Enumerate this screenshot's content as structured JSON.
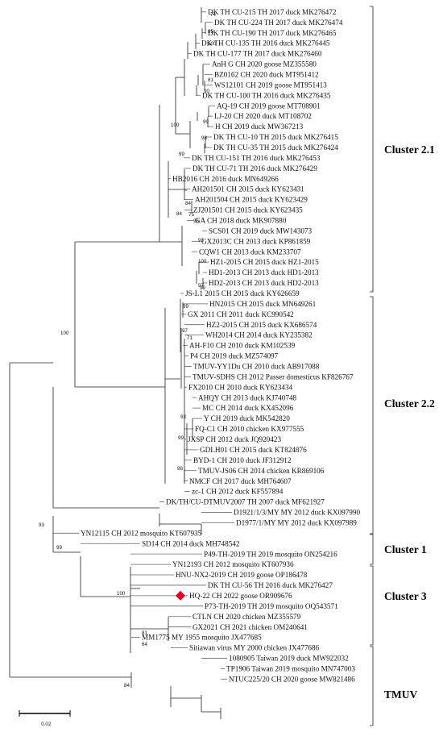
{
  "leaves": [
    "DK TH CU-215 TH 2017 duck MK276472",
    "DK TH CU-224 TH 2017 duck MK276474",
    "DK TH CU-190 TH 2017 duck MK276465",
    "DK TH CU-135 TH 2016 duck MK276445",
    "DK TH CU-177 TH 2017 duck MK276460",
    "AnH G CH 2020 goose MZ355580",
    "BZ0162 CH 2020 duck MT951412",
    "WS12101 CH 2019 goose MT951413",
    "DK TH CU-100 TH 2016 duck MK276435",
    "AQ-19 CH 2019 goose MT708901",
    "LJ-20 CH 2020 duck MT108702",
    "H CH 2019 duck MW367213",
    "DK TH CU-10 TH 2015 duck MK276415",
    "DK TH CU-35 TH 2015 duck MK276424",
    "DK TH CU-151 TH 2016 duck MK276453",
    "DK TH CU-71 TH 2016 duck MK276429",
    "HB2016 CH 2016 duck MN649266",
    "AH201501 CH 2015 duck KY623431",
    "AH201504 CH 2015 duck KY623429",
    "ZJ201501 CH 2015 duck KY623435",
    "GA CH 2018 duck MK907880",
    "SCS01 CH 2019 duck MW143073",
    "GX2013C CH 2013 duck KP861859",
    "CQW1 CH 2013 duck KM233707",
    "HZ1-2015 CH 2015 duck HZ1-2015",
    "HD1-2013 CH 2013 duck HD1-2013",
    "HD2-2013 CH 2013 duck HD2-2013",
    "JS-L1 2015 CH 2015 duck KY626659",
    "HN2015 CH 2015 duck MN649261",
    "GX 2011 CH 2011 duck KC990542",
    "HZ2-2015 CH 2015 duck KX686574",
    "WH2014 CH 2014 duck KY235382",
    "AH-F10 CH 2010 duck KM102539",
    "P4 CH 2019 duck MZ574097",
    "TMUV-YY1Du CH 2010 duck AB917088",
    "TMUV-SDHS CH 2012 Passer domesticus KF826767",
    "FX2010 CH 2010 duck KY623434",
    "AHQY CH 2013 duck KJ740748",
    "MC CH 2014 duck KX452096",
    "Y CH 2019 duck MK542820",
    "FQ-C1 CH 2010 chicken KX977555",
    "JXSP CH 2012 duck JQ920423",
    "GDLH01 CH 2015 duck KT824876",
    "BYD-1 CH 2010 duck JF312912",
    "TMUV-JS06 CH 2014 chicken KR869106",
    "NMCF CH 2017 duck MH764607",
    "zc-1 CH 2012 duck KF557894",
    "DK/TH/CU-DTMUV2007 TH 2007 duck MF621927",
    "D1921/1/3/MY MY 2012 duck KX097990",
    "D1977/1/MY MY 2012 duck KX097989",
    "YN12115 CH 2012 mosquito KT607935",
    "SD14 CH 2014 duck MH748542",
    "P49-TH-2019 TH 2019 mosquito ON254216",
    "YN12193 CH 2012 mosquito KT607936",
    "HNU-NX2-2019 CH 2019 goose OP186478",
    "DK TH CU-56 TH 2016 duck MK276427",
    "HQ-22 CH 2022 goose OR909676",
    "P73-TH-2019 TH 2019 mosquito OQ543571",
    "CTLN CH 2020 chicken MZ355579",
    "GX2021 CH 2021 chicken OM240641",
    "MM1775 MY 1955 mosquito JX477685",
    "Sitiawan virus MY 2000 chicken JX477686",
    "1080905 Taiwan 2019 duck MW922032",
    "TP1906 Taiwan 2019 mosquito MN747003",
    "NTUC225/20 CH 2020 goose MW821486"
  ],
  "bootstrap": [
    "74",
    "85",
    "100",
    "81",
    "90",
    "99",
    "98",
    "100",
    "99",
    "84",
    "75",
    "96",
    "84",
    "93",
    "100",
    "99",
    "97",
    "99",
    "97",
    "71",
    "100",
    "93",
    "99",
    "98",
    "93",
    "99",
    "100",
    "81",
    "64",
    "84"
  ],
  "clusters": [
    "Cluster 2.1",
    "Cluster 2.2",
    "Cluster 1",
    "Cluster 3",
    "TMUV"
  ],
  "highlight": {
    "label": "HQ-22 CH 2022 goose OR909676",
    "color": "#e8001c",
    "shape": "diamond"
  },
  "scale_bar": {
    "label": "0.02"
  }
}
